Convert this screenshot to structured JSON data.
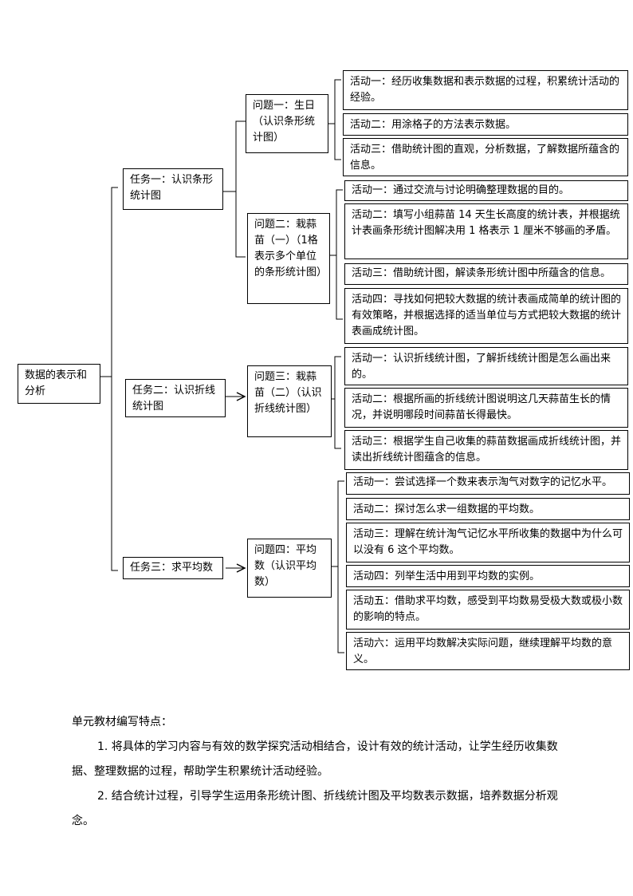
{
  "root": "数据的表示和分析",
  "tasks": [
    "任务一：认识条形统计图",
    "任务二：认识折线统计图",
    "任务三：求平均数"
  ],
  "problems": [
    "问题一：生日（认识条形统计图）",
    "问题二：栽蒜苗（一）（1格表示多个单位的条形统计图）",
    "问题三：栽蒜苗（二）（认识折线统计图）",
    "问题四：平均数（认识平均数）"
  ],
  "activities": [
    "活动一：经历收集数据和表示数据的过程，积累统计活动的经验。",
    "活动二：用涂格子的方法表示数据。",
    "活动三：借助统计图的直观，分析数据，了解数据所蕴含的信息。",
    "活动一：通过交流与讨论明确整理数据的目的。",
    "活动二：填写小组蒜苗 14 天生长高度的统计表，并根据统计表画条形统计图解决用 1 格表示 1 厘米不够画的矛盾。",
    "活动三：借助统计图，解读条形统计图中所蕴含的信息。",
    "活动四：寻找如何把较大数据的统计表画成简单的统计图的有效策略，并根据选择的适当单位与方式把较大数据的统计表画成统计图。",
    "活动一：认识折线统计图，了解折线统计图是怎么画出来的。",
    "活动二：根据所画的折线统计图说明这几天蒜苗生长的情况，并说明哪段时间蒜苗长得最快。",
    "活动三：根据学生自己收集的蒜苗数据画成折线统计图，并读出折线统计图蕴含的信息。",
    "活动一：尝试选择一个数来表示淘气对数字的记忆水平。",
    "活动二：探讨怎么求一组数据的平均数。",
    "活动三：理解在统计淘气记忆水平所收集的数据中为什么可以没有 6 这个平均数。",
    "活动四：列举生活中用到平均数的实例。",
    "活动五：借助求平均数，感受到平均数易受极大数或极小数的影响的特点。",
    "活动六：运用平均数解决实际问题，继续理解平均数的意义。"
  ],
  "notes": {
    "title": "单元教材编写特点：",
    "p1": "1. 将具体的学习内容与有效的数学探究活动相结合，设计有效的统计活动，让学生经历收集数据、整理数据的过程，帮助学生积累统计活动经验。",
    "p2": "2. 结合统计过程，引导学生运用条形统计图、折线统计图及平均数表示数据，培养数据分析观念。"
  }
}
